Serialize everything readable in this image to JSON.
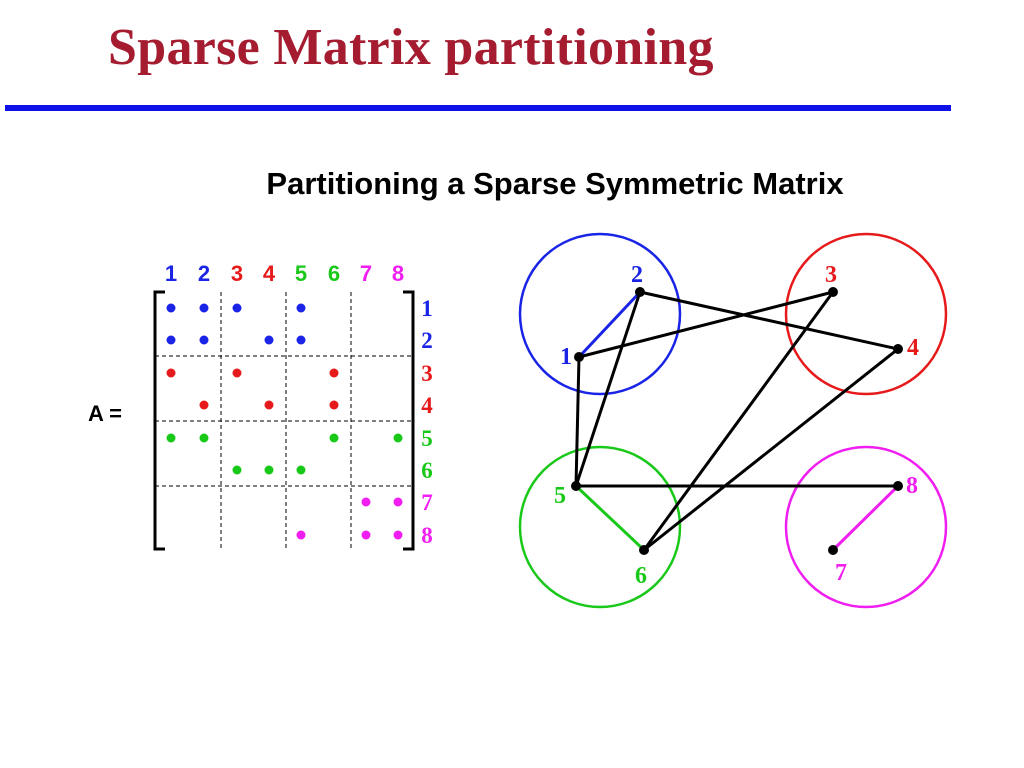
{
  "slide": {
    "title": "Sparse Matrix partitioning",
    "rule_color": "#1010e8",
    "title_color": "#a51c30"
  },
  "figure": {
    "caption": "Partitioning a Sparse Symmetric Matrix",
    "matrix_label": "A =",
    "partitions": [
      {
        "rows": [
          1,
          2
        ],
        "color": "#1a24e6"
      },
      {
        "rows": [
          3,
          4
        ],
        "color": "#e61a1a"
      },
      {
        "rows": [
          5,
          6
        ],
        "color": "#1ac81a"
      },
      {
        "rows": [
          7,
          8
        ],
        "color": "#f01ef0"
      }
    ],
    "labels": [
      "1",
      "2",
      "3",
      "4",
      "5",
      "6",
      "7",
      "8"
    ],
    "nonzeros": [
      [
        1,
        1
      ],
      [
        1,
        2
      ],
      [
        1,
        3
      ],
      [
        1,
        5
      ],
      [
        2,
        1
      ],
      [
        2,
        2
      ],
      [
        2,
        4
      ],
      [
        2,
        5
      ],
      [
        3,
        1
      ],
      [
        3,
        3
      ],
      [
        3,
        6
      ],
      [
        4,
        2
      ],
      [
        4,
        4
      ],
      [
        4,
        6
      ],
      [
        5,
        1
      ],
      [
        5,
        2
      ],
      [
        5,
        6
      ],
      [
        5,
        8
      ],
      [
        6,
        3
      ],
      [
        6,
        4
      ],
      [
        6,
        5
      ],
      [
        7,
        7
      ],
      [
        7,
        8
      ],
      [
        8,
        5
      ],
      [
        8,
        7
      ],
      [
        8,
        8
      ]
    ]
  },
  "graph": {
    "edges": [
      {
        "from": 1,
        "to": 2,
        "color": "#1a24e6"
      },
      {
        "from": 1,
        "to": 3,
        "color": "#000000"
      },
      {
        "from": 1,
        "to": 5,
        "color": "#000000"
      },
      {
        "from": 2,
        "to": 4,
        "color": "#000000"
      },
      {
        "from": 2,
        "to": 5,
        "color": "#000000"
      },
      {
        "from": 3,
        "to": 6,
        "color": "#000000"
      },
      {
        "from": 4,
        "to": 6,
        "color": "#000000"
      },
      {
        "from": 5,
        "to": 6,
        "color": "#1ac81a"
      },
      {
        "from": 5,
        "to": 8,
        "color": "#000000"
      },
      {
        "from": 7,
        "to": 8,
        "color": "#f01ef0"
      }
    ]
  }
}
